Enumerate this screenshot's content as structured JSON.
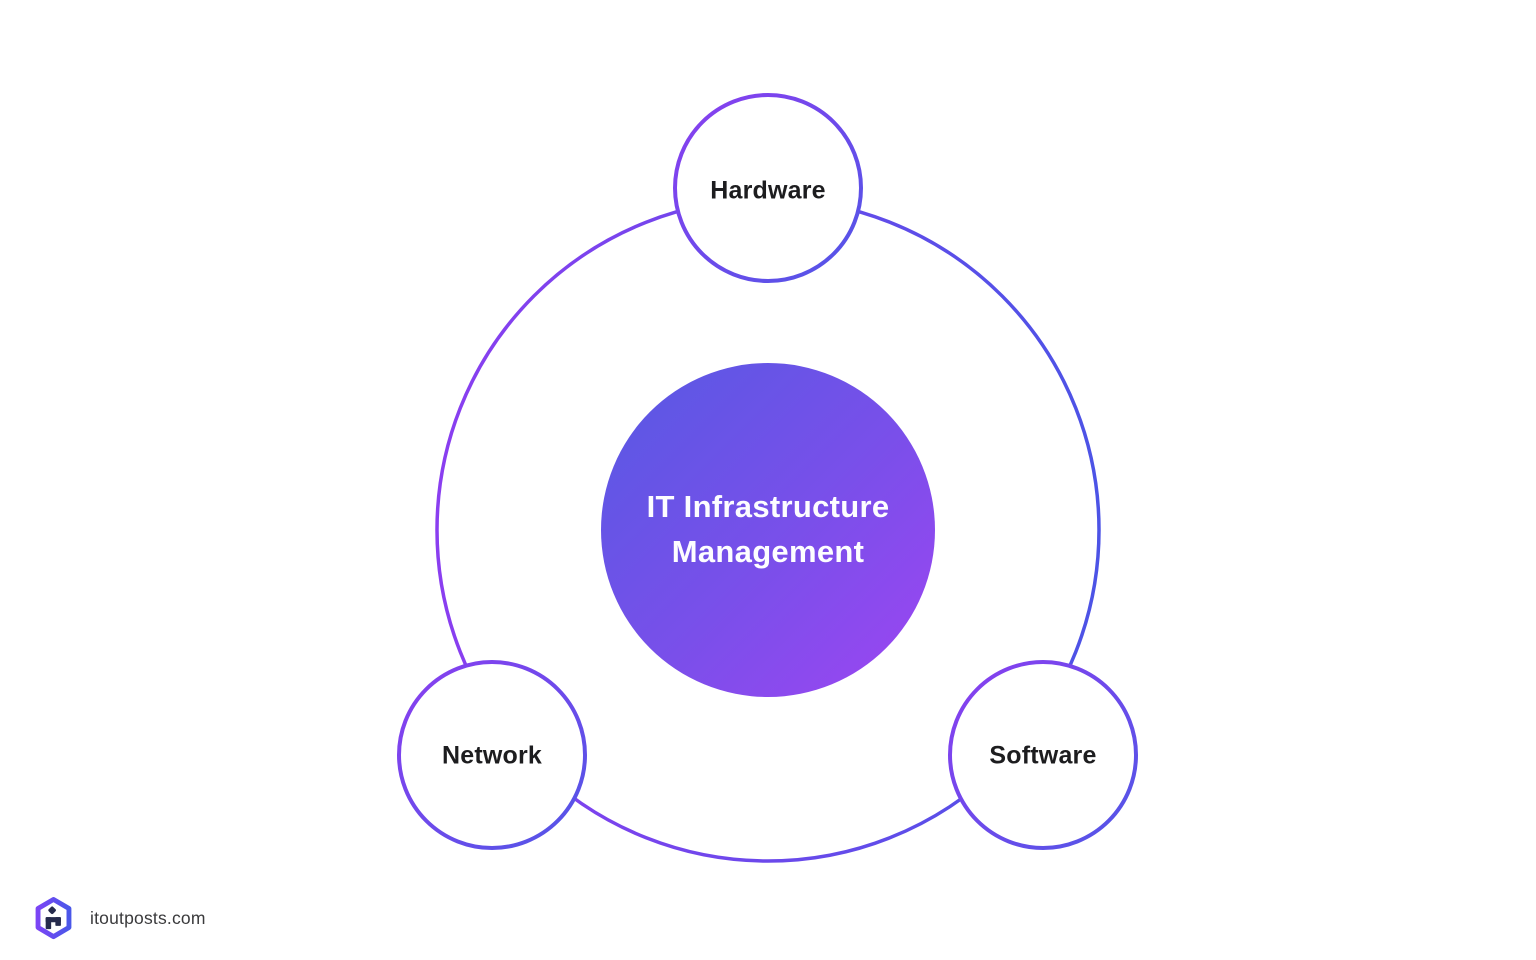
{
  "diagram": {
    "title": {
      "line1": "IT Infrastructure",
      "line2": "Management"
    },
    "nodes": [
      {
        "id": "hardware",
        "label": "Hardware"
      },
      {
        "id": "network",
        "label": "Network"
      },
      {
        "id": "software",
        "label": "Software"
      }
    ],
    "colors": {
      "background": "#FFFFFF",
      "center_gradient_start": "#5659E3",
      "center_gradient_end": "#9E45F2",
      "ring_gradient_left": "#8A3EF0",
      "ring_gradient_right": "#4C53E6",
      "node_fill": "#FFFFFF",
      "node_label_text": "#1D1D1F",
      "center_text": "#FFFFFF"
    }
  },
  "footer": {
    "brand": "itoutposts.com",
    "logo_icon": "itoutposts-hexagon-logo"
  }
}
